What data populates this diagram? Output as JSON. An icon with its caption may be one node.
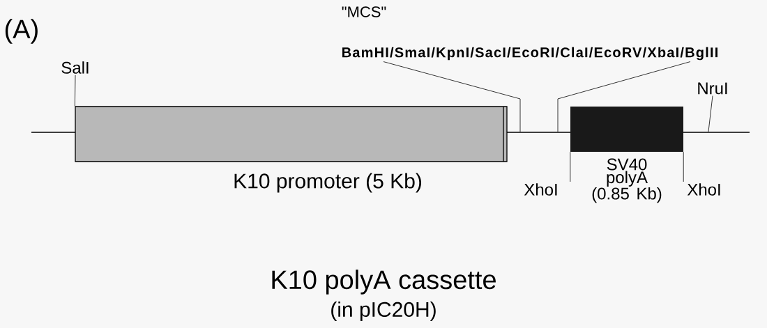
{
  "diagram": {
    "title": "K10 polyA cassette",
    "caption": "(in pIC20H)",
    "nodes": [
      {
        "text": [
          "SalI"
        ]
      },
      {
        "text": [
          "K10 promoter (5 Kb)"
        ]
      },
      {
        "text": [
          "BamHI/SmaI/KpnI/SacI/EcoRI/ClaI/EcoRV/XbaI/BglII"
        ]
      },
      {
        "text": [
          "SV40 polyA (0.85 Kb)"
        ]
      },
      {
        "text": [
          "XhoI"
        ]
      },
      {
        "text": [
          "XhoI"
        ]
      },
      {
        "text": [
          "NruI"
        ]
      }
    ],
    "edges": [
      {
        "from": 0,
        "to": 1,
        "arrow": "none"
      },
      {
        "from": 2,
        "to": null,
        "arrow": "none"
      },
      {
        "from": 2,
        "to": null,
        "arrow": "none"
      },
      {
        "from": 4,
        "to": 3,
        "arrow": "none"
      },
      {
        "from": 5,
        "to": 3,
        "arrow": "none"
      },
      {
        "from": 6,
        "to": null,
        "arrow": "none"
      }
    ],
    "labels": [
      "(A)",
      "\"MCS\""
    ]
  }
}
